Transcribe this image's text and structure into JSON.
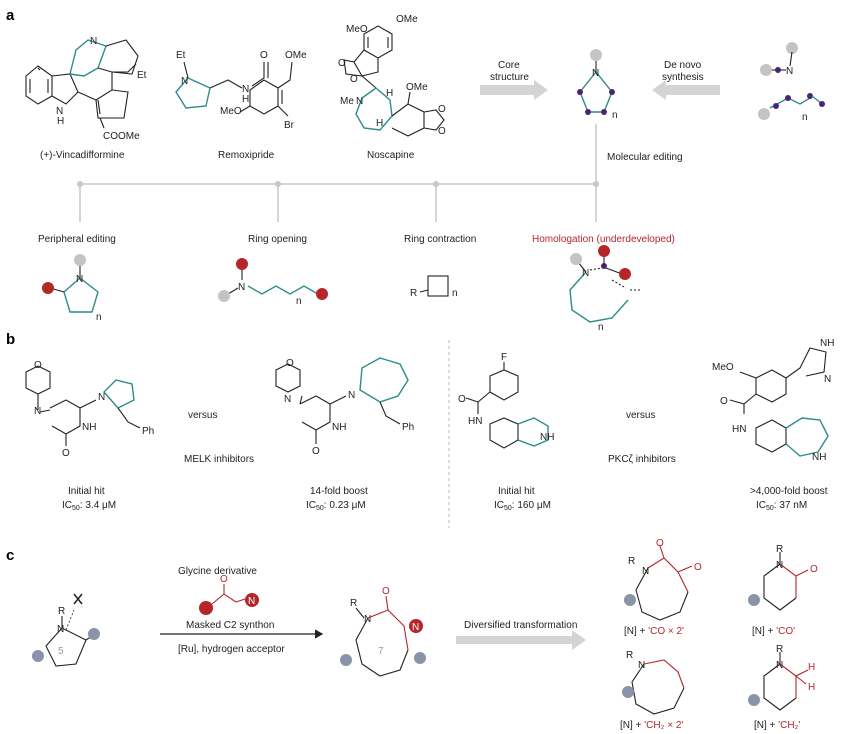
{
  "panels": {
    "a": "a",
    "b": "b",
    "c": "c"
  },
  "panel_a": {
    "compounds": [
      {
        "name": "(+)-Vincadifformine"
      },
      {
        "name": "Remoxipride"
      },
      {
        "name": "Noscapine"
      }
    ],
    "core_structure": {
      "line1": "Core",
      "line2": "structure"
    },
    "de_novo": {
      "line1": "De novo",
      "line2": "synthesis"
    },
    "molecular_editing": "Molecular editing",
    "branches": [
      "Peripheral editing",
      "Ring opening",
      "Ring contraction",
      "Homologation (underdeveloped)"
    ],
    "atoms": {
      "N": "N",
      "H": "H",
      "Et": "Et",
      "COOMe": "COOMe",
      "OMe": "OMe",
      "MeO": "MeO",
      "Br": "Br",
      "O": "O",
      "Me": "Me",
      "n": "n",
      "R": "R"
    }
  },
  "panel_b": {
    "versus": "versus",
    "melk": "MELK inhibitors",
    "pkc": "PKCζ inhibitors",
    "items": [
      {
        "caption": "Initial hit",
        "ic50_label": "IC",
        "ic50_sub": "50",
        "ic50_value": ": 3.4 μM"
      },
      {
        "caption": "14-fold boost",
        "ic50_label": "IC",
        "ic50_sub": "50",
        "ic50_value": ": 0.23 μM"
      },
      {
        "caption": "Initial hit",
        "ic50_label": "IC",
        "ic50_sub": "50",
        "ic50_value": ": 160 μM"
      },
      {
        "caption": ">4,000-fold boost",
        "ic50_label": "IC",
        "ic50_sub": "50",
        "ic50_value": ": 37 nM"
      }
    ],
    "atoms": {
      "N": "N",
      "O": "O",
      "NH": "NH",
      "HN": "HN",
      "Ph": "Ph",
      "F": "F",
      "MeO": "MeO",
      "H": "H"
    }
  },
  "panel_c": {
    "glycine": "Glycine derivative",
    "masked": "Masked C2 synthon",
    "conditions": "[Ru], hydrogen acceptor",
    "diversified": "Diversified transformation",
    "ring5": "5",
    "ring7": "7",
    "products": [
      {
        "prefix": "[N] + ",
        "mark": "'CO × 2'"
      },
      {
        "prefix": "[N] + ",
        "mark": "'CO'"
      },
      {
        "prefix": "[N] + ",
        "mark": "'CH₂ × 2'"
      },
      {
        "prefix": "[N] + ",
        "mark": "'CH₂'"
      }
    ],
    "atoms": {
      "N": "N",
      "R": "R",
      "O": "O",
      "H": "H"
    }
  }
}
